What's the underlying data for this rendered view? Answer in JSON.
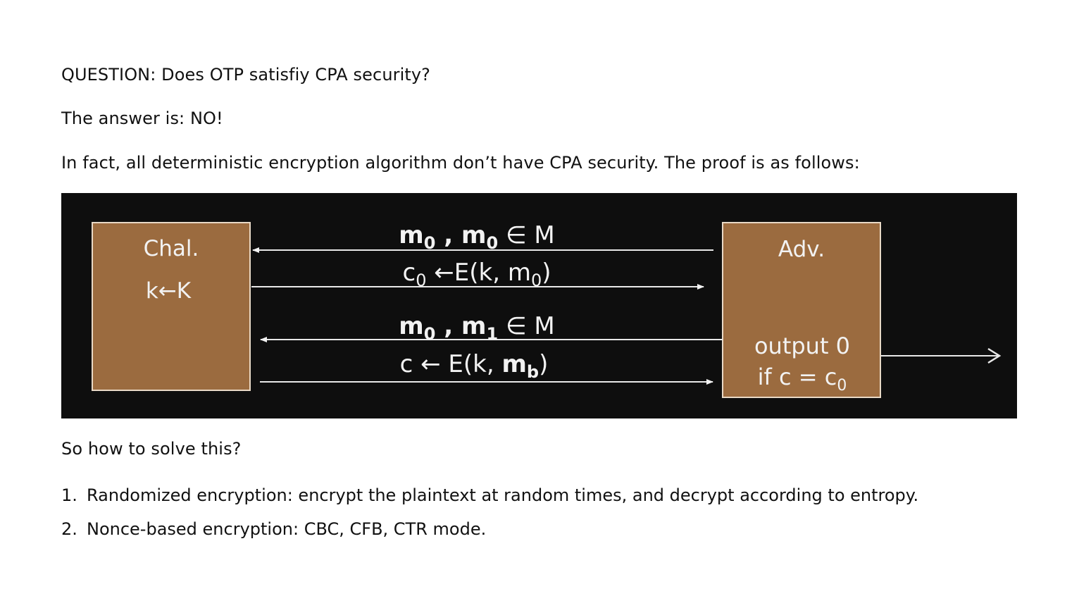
{
  "question": "QUESTION: Does OTP satisfiy CPA security?",
  "answer": "The answer is: NO!",
  "fact": "In fact, all deterministic encryption algorithm don’t have CPA security. The proof is as follows:",
  "diagram": {
    "challenger": {
      "title": "Chal.",
      "keygen": "k←K"
    },
    "adversary": {
      "title": "Adv.",
      "output_line1": "output 0",
      "output_line2_prefix": "if c = c",
      "output_line2_sub": "0"
    },
    "msg1": {
      "m_a": "m",
      "m_a_sub": "0",
      "comma": " , ",
      "m_b": "m",
      "m_b_sub": "0",
      "tail": " ∈ M"
    },
    "resp1": {
      "c": "c",
      "c_sub": "0",
      "mid": " ←E(k, m",
      "m_sub": "0",
      "close": ")"
    },
    "msg2": {
      "m_a": "m",
      "m_a_sub": "0",
      "comma": " , ",
      "m_b": "m",
      "m_b_sub": "1",
      "tail": " ∈ M"
    },
    "resp2": {
      "prefix": "c ← E(k, ",
      "m": "m",
      "m_sub": "b",
      "close": ")"
    },
    "colors": {
      "box_fill": "#9b6b3f",
      "box_stroke": "#e9d9c6",
      "background": "#0e0e0e",
      "text": "#f2f2f2"
    }
  },
  "how": "So how to solve this?",
  "steps": [
    {
      "num": "1.",
      "text": "Randomized encryption: encrypt the plaintext at random times, and decrypt according to entropy."
    },
    {
      "num": "2.",
      "text": "Nonce-based encryption: CBC, CFB, CTR mode."
    }
  ]
}
